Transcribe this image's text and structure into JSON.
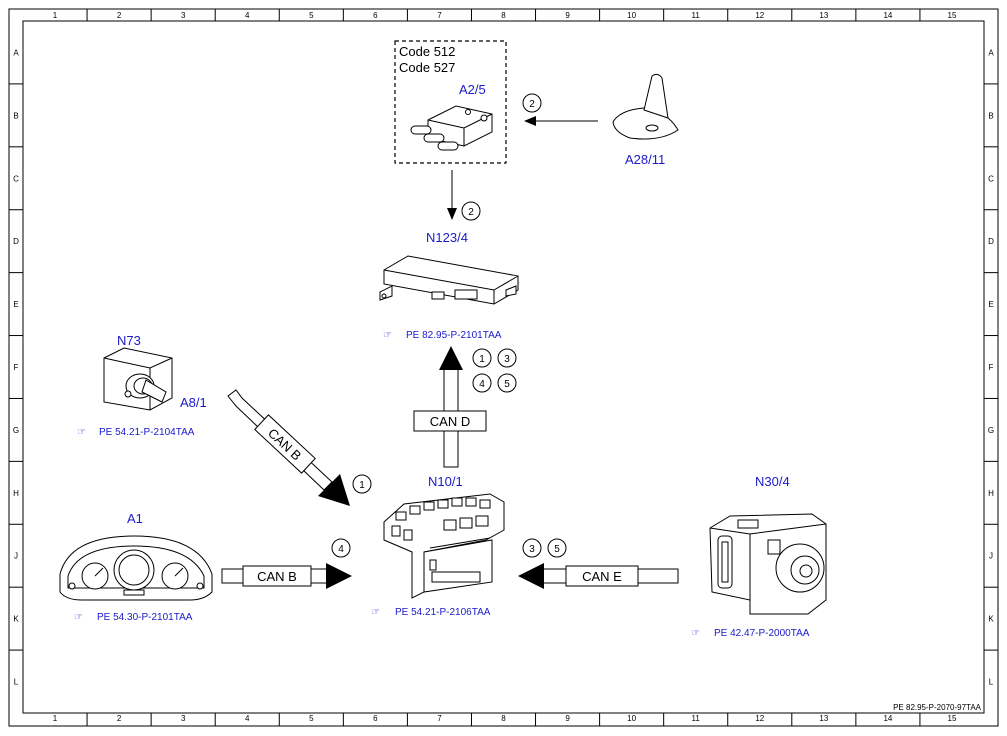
{
  "grid": {
    "columns": [
      "1",
      "2",
      "3",
      "4",
      "5",
      "6",
      "7",
      "8",
      "9",
      "10",
      "11",
      "12",
      "13",
      "14",
      "15"
    ],
    "rows": [
      "A",
      "B",
      "C",
      "D",
      "E",
      "F",
      "G",
      "H",
      "J",
      "K",
      "L"
    ]
  },
  "option_box": {
    "line1": "Code 512",
    "line2": "Code 527"
  },
  "components": {
    "a2_5": "A2/5",
    "a28_11": "A28/11",
    "n123_4": "N123/4",
    "n73": "N73",
    "a8_1": "A8/1",
    "n10_1": "N10/1",
    "n30_4": "N30/4",
    "a1": "A1"
  },
  "references": {
    "n123_4": "PE 82.95-P-2101TAA",
    "n73": "PE 54.21-P-2104TAA",
    "a1": "PE 54.30-P-2101TAA",
    "n10_1": "PE 54.21-P-2106TAA",
    "n30_4": "PE 42.47-P-2000TAA"
  },
  "buses": {
    "can_d": "CAN D",
    "can_b_diag": "CAN B",
    "can_b": "CAN B",
    "can_e": "CAN E"
  },
  "markers": {
    "m_a2_in": "2",
    "m_n123_in": "2",
    "m_n123_1": "1",
    "m_n123_3": "3",
    "m_n123_4": "4",
    "m_n123_5": "5",
    "m_canb_diag": "1",
    "m_canb": "4",
    "m_cane_3": "3",
    "m_cane_5": "5"
  },
  "footer_ref": "PE 82.95-P-2070-97TAA",
  "colors": {
    "label_blue": "#1a1acc",
    "line": "#000000"
  }
}
